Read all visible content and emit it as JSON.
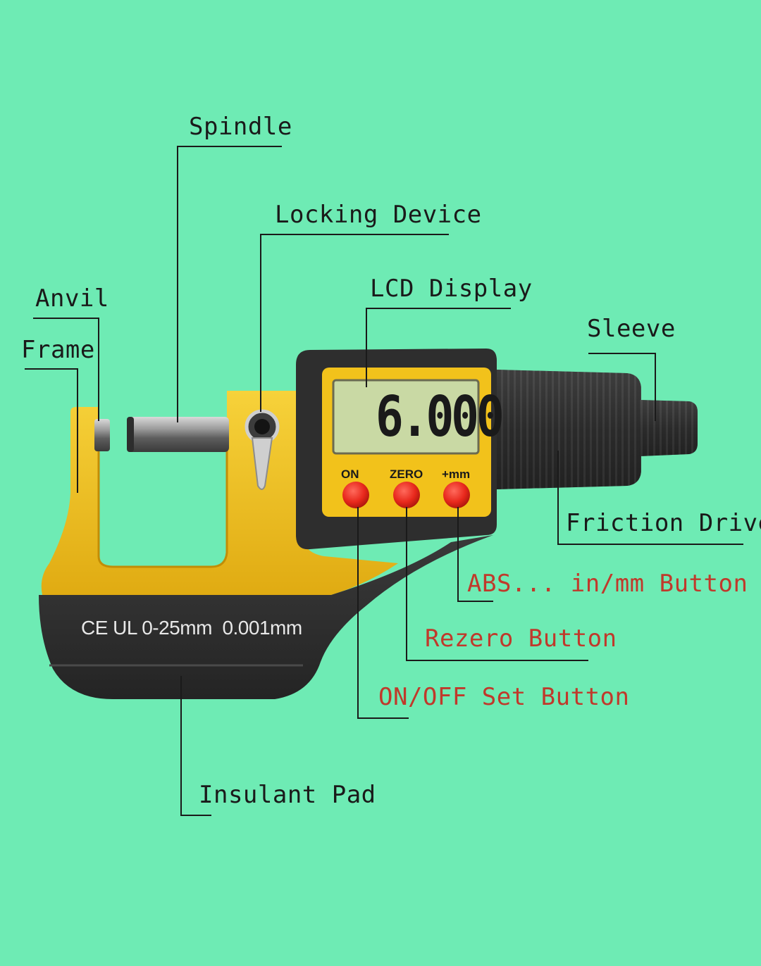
{
  "labels": {
    "spindle": "Spindle",
    "locking_device": "Locking Device",
    "anvil": "Anvil",
    "frame": "Frame",
    "lcd_display": "LCD Display",
    "sleeve": "Sleeve",
    "friction_drive": "Friction Drive",
    "abs_button": "ABS... in/mm Button",
    "rezero_button": "Rezero Button",
    "onoff_button": "ON/OFF Set Button",
    "insulant_pad": "Insulant Pad"
  },
  "device": {
    "lcd_reading": "6.000",
    "buttons": {
      "on": "ON",
      "zero": "ZERO",
      "mm": "+mm"
    },
    "frame_marking": "CE UL 0-25mm  0.001mm"
  },
  "colors": {
    "background": "#6eebb4",
    "frame_yellow": "#f2c21b",
    "body_dark": "#2f2f2f",
    "lcd_green": "#c9d9a4",
    "button_red": "#e8281c",
    "callout_dark": "#1a1a1a",
    "callout_red": "#c0392b"
  }
}
